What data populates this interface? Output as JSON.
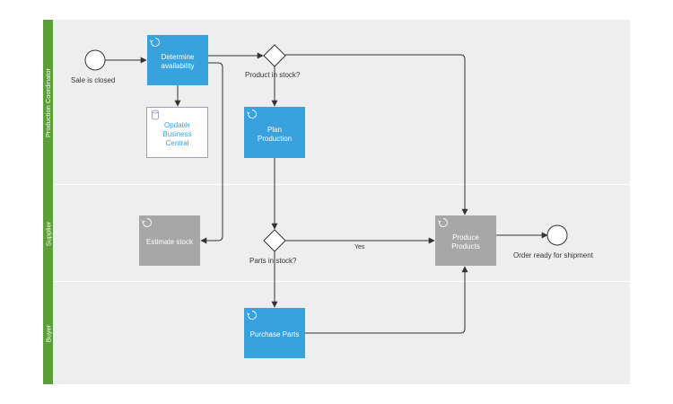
{
  "lanes": [
    {
      "name": "Production Coordinator"
    },
    {
      "name": "Supplier"
    },
    {
      "name": "Buyer"
    }
  ],
  "tasks": {
    "determine_availability": "Determine availability",
    "update_business_central": "Opdatér Business Central",
    "plan_production": "Plan Production",
    "estimate_stock": "Estimate stock",
    "produce_products": "Produce Products",
    "purchase_parts": "Purchase Parts"
  },
  "events": {
    "start": "Sale is closed",
    "end": "Order ready for shipment"
  },
  "gateways": {
    "product_in_stock": "Product in stock?",
    "parts_in_stock": "Parts in stock?"
  },
  "flows": {
    "yes": "Yes"
  },
  "colors": {
    "lane_band": "#5c9e38",
    "task_blue": "#37a2dd",
    "task_grey": "#a7a7a7",
    "pool_bg": "#eeeeee"
  },
  "icons": {
    "loop": "loop-icon",
    "data_store": "database-icon"
  }
}
